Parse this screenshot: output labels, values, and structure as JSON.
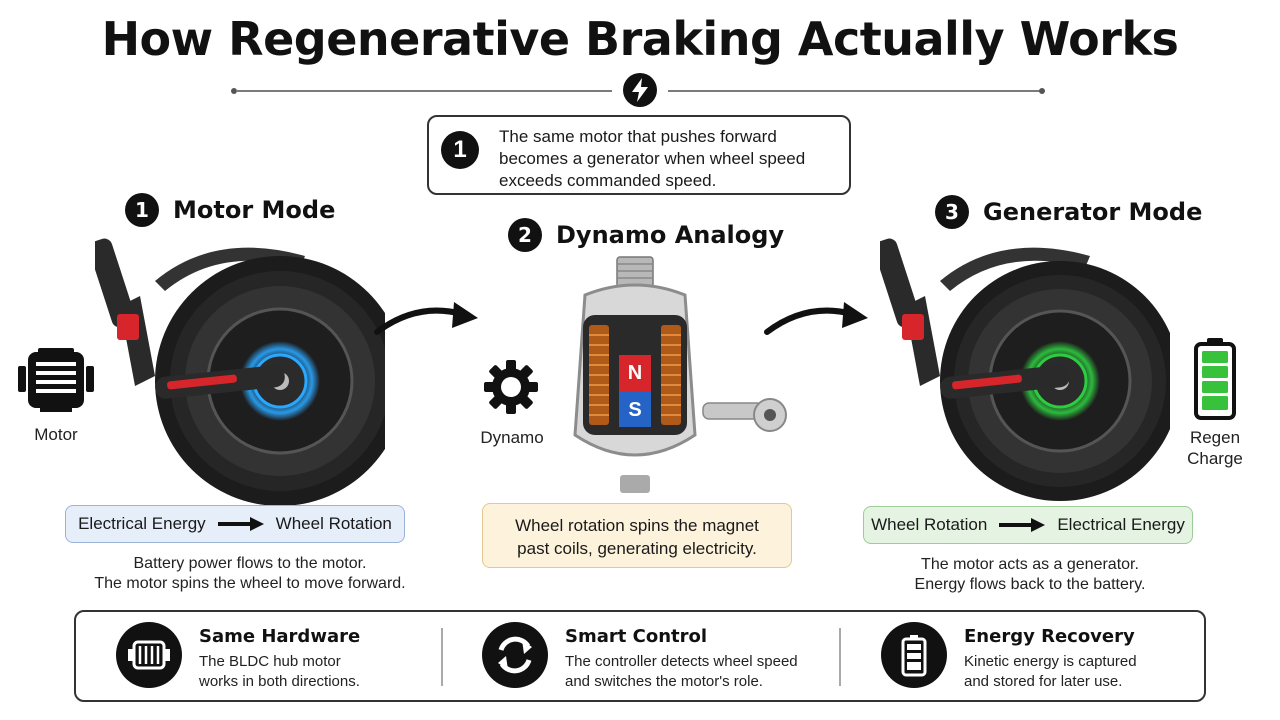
{
  "title": "How Regenerative Braking Actually Works",
  "callout": {
    "number": "1",
    "text": "The same motor that pushes forward becomes a generator when wheel speed exceeds commanded speed."
  },
  "sections": [
    {
      "number": "1",
      "heading": "Motor Mode",
      "icon_label": "Motor",
      "icon": "motor-icon",
      "flow_from": "Electrical Energy",
      "flow_to": "Wheel Rotation",
      "desc_1": "Battery power flows to the motor.",
      "desc_2": "The motor spins the wheel to move forward."
    },
    {
      "number": "2",
      "heading": "Dynamo Analogy",
      "icon_label": "Dynamo",
      "icon": "gear-icon",
      "magnet_n": "N",
      "magnet_s": "S",
      "note_1": "Wheel rotation spins the magnet",
      "note_2": "past coils, generating electricity."
    },
    {
      "number": "3",
      "heading": "Generator Mode",
      "icon_label_1": "Regen",
      "icon_label_2": "Charge",
      "icon": "battery-icon",
      "flow_from": "Wheel Rotation",
      "flow_to": "Electrical Energy",
      "desc_1": "The motor acts as a generator.",
      "desc_2": "Energy flows back to the battery."
    }
  ],
  "features": [
    {
      "title": "Same Hardware",
      "desc_1": "The BLDC hub motor",
      "desc_2": "works in both directions.",
      "icon": "motor-icon"
    },
    {
      "title": "Smart Control",
      "desc_1": "The controller detects wheel speed",
      "desc_2": "and switches the motor's role.",
      "icon": "refresh-icon"
    },
    {
      "title": "Energy Recovery",
      "desc_1": "Kinetic energy is captured",
      "desc_2": "and stored for later use.",
      "icon": "battery-icon"
    }
  ],
  "colors": {
    "motor_glow": "#2aa7ff",
    "generator_glow": "#2ecc40",
    "blue_pill": "#e6eef9",
    "green_pill": "#e4f3e2",
    "yellow_note": "#fdf3dc",
    "magnet_north": "#d7262b",
    "magnet_south": "#2563c7"
  }
}
